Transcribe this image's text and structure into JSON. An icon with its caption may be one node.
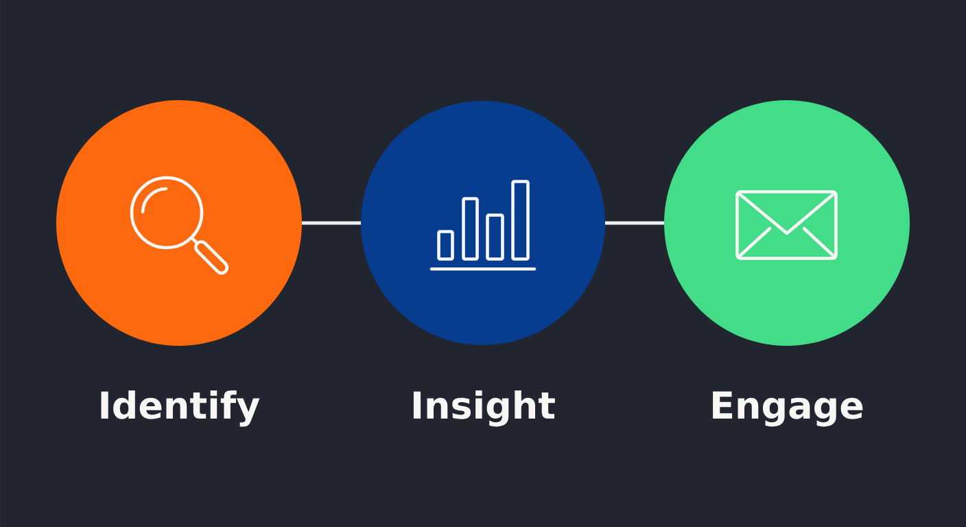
{
  "diagram": {
    "nodes": [
      {
        "text": [
          "Identify"
        ]
      },
      {
        "text": [
          "Insight"
        ]
      },
      {
        "text": [
          "Engage"
        ]
      }
    ],
    "edges": [
      {
        "from": 0,
        "to": 1,
        "arrow": "none"
      },
      {
        "from": 1,
        "to": 2,
        "arrow": "none"
      }
    ]
  }
}
